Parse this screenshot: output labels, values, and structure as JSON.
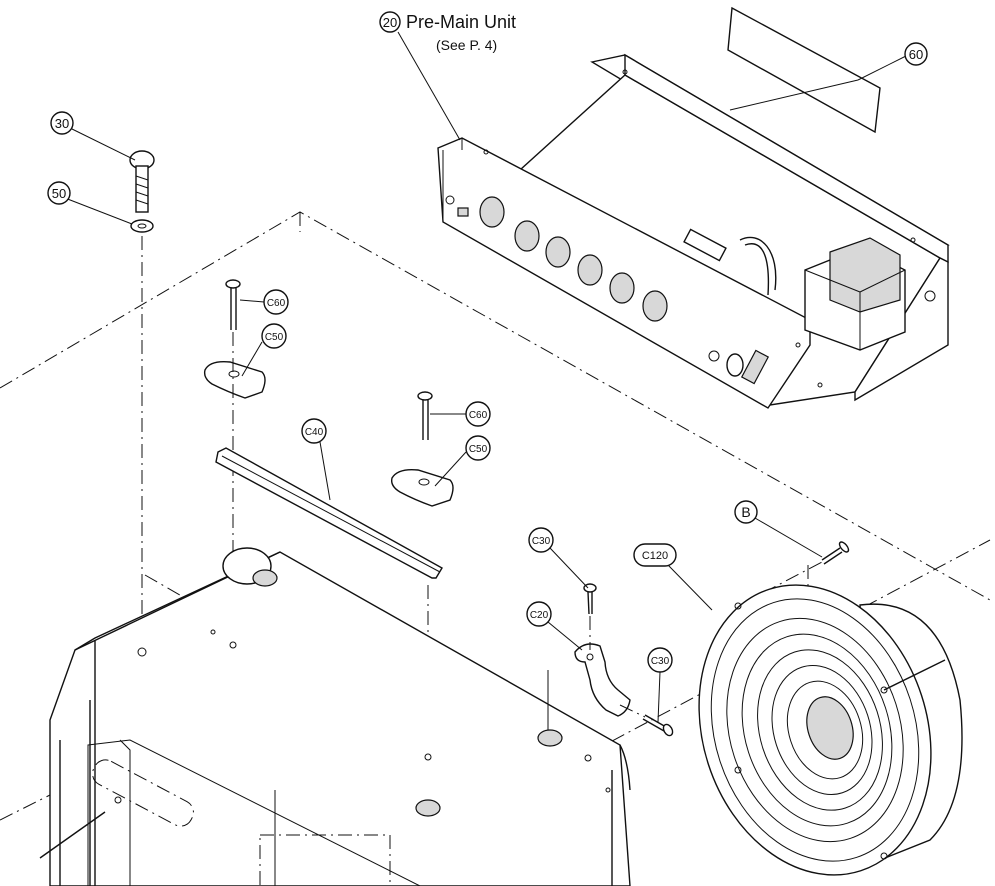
{
  "labels": {
    "pre_main_num": "20",
    "pre_main_title": "Pre-Main Unit",
    "pre_main_ref": "(See P. 4)",
    "n60": "60",
    "n30": "30",
    "n50": "50",
    "c60a": "C60",
    "c50a": "C50",
    "c40": "C40",
    "c60b": "C60",
    "c50b": "C50",
    "c30a": "C30",
    "c20": "C20",
    "c30b": "C30",
    "b": "B",
    "c120": "C120"
  }
}
